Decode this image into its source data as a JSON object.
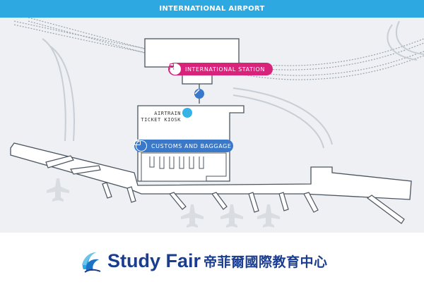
{
  "header": {
    "title": "INTERNATIONAL AIRPORT"
  },
  "labels": {
    "international_station": "INTERNATIONAL STATION",
    "airtrain_kiosk_line1": "AIRTRAIN",
    "airtrain_kiosk_line2": "TICKET KIOSK",
    "customs_baggage": "CUSTOMS AND BAGGAGE"
  },
  "icons": {
    "station": "train-icon",
    "connector": "pencil-icon",
    "kiosk": "location-dot-icon",
    "customs": "suitcase-icon",
    "airplane": "airplane-icon",
    "logo": "study-fair-logo"
  },
  "colors": {
    "header": "#2ea8e0",
    "station": "#d7247a",
    "customs": "#3a78c9",
    "kiosk": "#35b3e6",
    "map_bg": "#eef0f3",
    "brand": "#1a3d8f"
  },
  "branding": {
    "name": "Study Fair",
    "subtitle": "帝菲爾國際教育中心"
  }
}
